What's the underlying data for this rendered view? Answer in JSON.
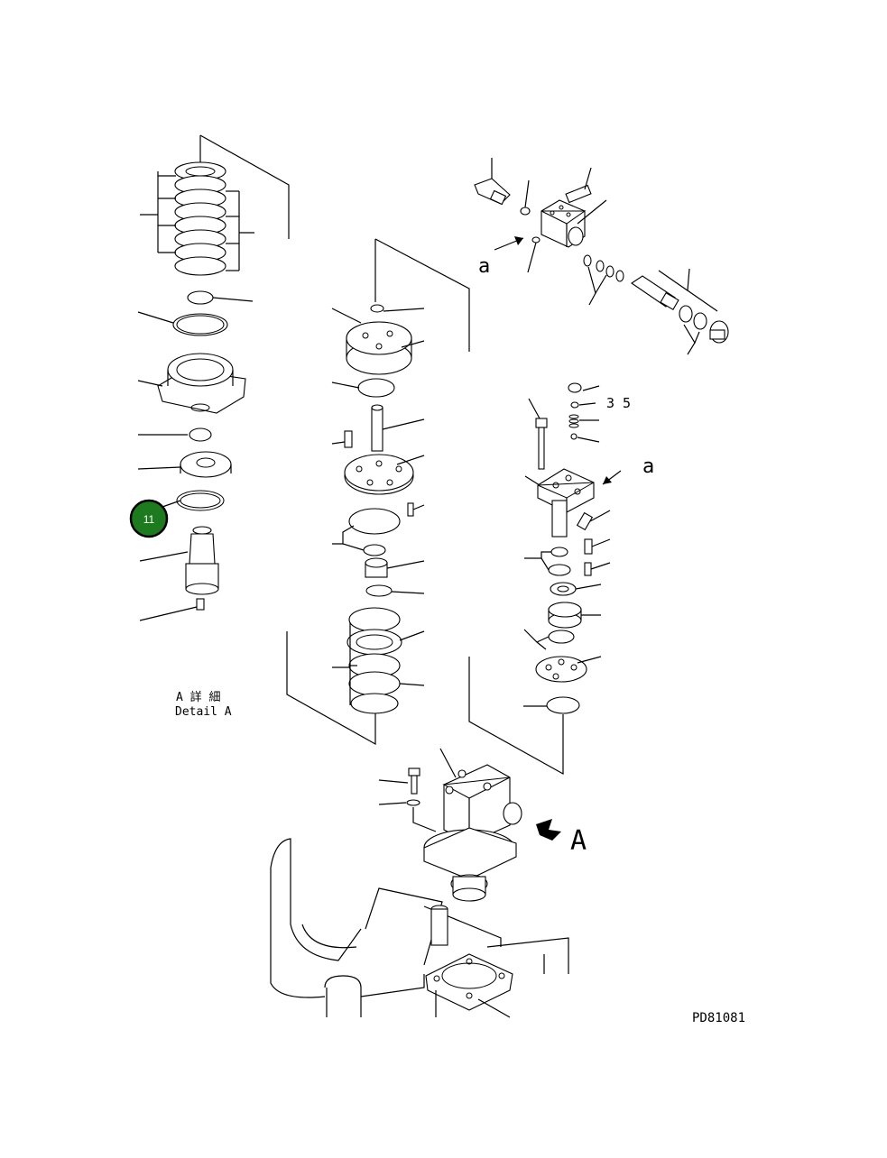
{
  "labels": {
    "detail_jp": "A 詳 細",
    "detail_en": "Detail A",
    "view_arrow": "A",
    "ref_a_top": "a",
    "ref_a_right": "a",
    "qty_35": "3 5",
    "drawing_code": "PD81081"
  },
  "callouts": [
    {
      "id": "11",
      "label": "11",
      "color": "#1e7a1e"
    }
  ],
  "colors": {
    "callout_fill": "#1e7a1e",
    "callout_ring": "#000000",
    "line": "#000000"
  }
}
